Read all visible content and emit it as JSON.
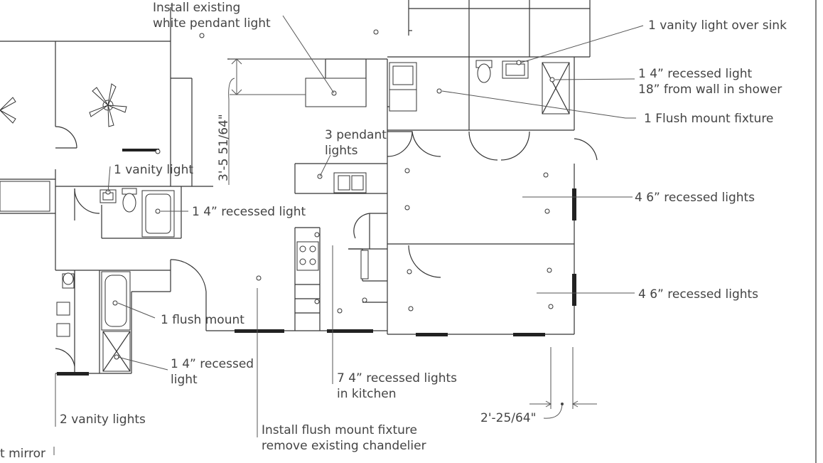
{
  "annotations": {
    "install_pendant_line1": "Install existing",
    "install_pendant_line2": "white pendant light",
    "vanity_over_sink": "1 vanity light over sink",
    "recessed_shower_line1": "1 4” recessed light",
    "recessed_shower_line2": "18” from wall in shower",
    "flush_mount_fixture": "1 Flush mount fixture",
    "pendant_lights_line1": "3 pendant",
    "pendant_lights_line2": "lights",
    "vanity_light": "1 vanity light",
    "recessed_light_tub": "1 4” recessed light",
    "recessed_6_upper": "4 6” recessed lights",
    "recessed_6_lower": "4 6” recessed lights",
    "flush_mount_small": "1 flush mount",
    "recessed_4_line1": "1 4” recessed",
    "recessed_4_line2": "light",
    "kitchen_recessed_line1": "7 4” recessed lights",
    "kitchen_recessed_line2": "in kitchen",
    "vanity_lights_2": "2 vanity lights",
    "mirror_partial": "t mirror",
    "install_flush_line1": "Install flush mount fixture",
    "install_flush_line2": "remove existing chandelier"
  },
  "dimensions": {
    "vertical_dim": "3'-5 51/64\"",
    "horizontal_dim": "2'-25/64\""
  }
}
